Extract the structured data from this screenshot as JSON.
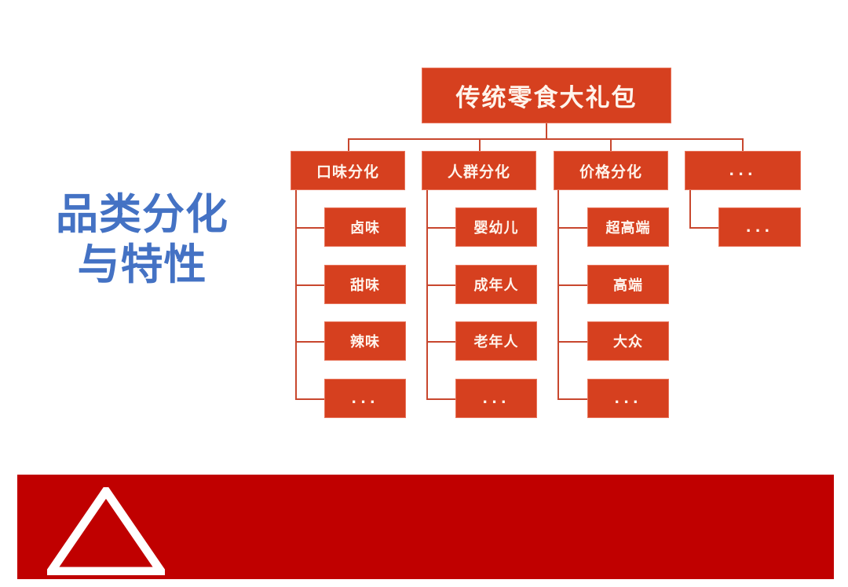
{
  "slide": {
    "title_lines": "品类分化\n与特性",
    "accent_blue": "#4472C4",
    "node_red": "#D6401F",
    "banner_red": "#C00000",
    "connector_red": "#C8472E",
    "text_cream": "#FFF4EC"
  },
  "diagram": {
    "root": {
      "label": "传统零食大礼包"
    },
    "branches": [
      {
        "label": "口味分化",
        "children": [
          {
            "label": "卤味"
          },
          {
            "label": "甜味"
          },
          {
            "label": "辣味"
          },
          {
            "label": "..."
          }
        ]
      },
      {
        "label": "人群分化",
        "children": [
          {
            "label": "婴幼儿"
          },
          {
            "label": "成年人"
          },
          {
            "label": "老年人"
          },
          {
            "label": "..."
          }
        ]
      },
      {
        "label": "价格分化",
        "children": [
          {
            "label": "超高端"
          },
          {
            "label": "高端"
          },
          {
            "label": "大众"
          },
          {
            "label": "..."
          }
        ]
      },
      {
        "label": "...",
        "children": [
          {
            "label": "..."
          }
        ]
      }
    ]
  },
  "banner": {
    "logo_icon": "triangle-outline-icon"
  }
}
